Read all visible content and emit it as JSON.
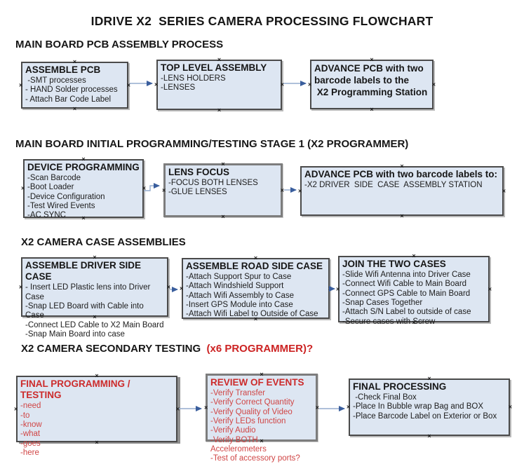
{
  "title": "IDRIVE X2  SERIES CAMERA PROCESSING FLOWCHART",
  "colors": {
    "box_fill": "#dde6f2",
    "box_border": "#4a4a4a",
    "arrow_line": "#94acce",
    "arrow_head": "#3a5e9d",
    "red_text": "#cc2b2b"
  },
  "ui": {
    "connection_marker": "×"
  },
  "sections": [
    {
      "heading": "MAIN BOARD PCB ASSEMBLY PROCESS",
      "boxes": [
        {
          "title": "ASSEMBLE PCB",
          "items": [
            " -SMT processes",
            "- HAND Solder processes",
            "- Attach Bar Code Label"
          ]
        },
        {
          "title": "TOP LEVEL ASSEMBLY",
          "items": [
            "-LENS HOLDERS",
            "-LENSES"
          ]
        },
        {
          "title": "",
          "items": [
            "ADVANCE PCB with two barcode labels to the",
            " X2 Programming Station"
          ]
        }
      ]
    },
    {
      "heading": "MAIN BOARD INITIAL PROGRAMMING/TESTING STAGE 1 (X2 PROGRAMMER)",
      "boxes": [
        {
          "title": "DEVICE PROGRAMMING",
          "items": [
            "-Scan Barcode",
            "-Boot Loader",
            "-Device Configuration",
            "-Test Wired Events",
            "-AC SYNC"
          ]
        },
        {
          "title": "LENS FOCUS",
          "items": [
            "-FOCUS BOTH LENSES",
            "-GLUE LENSES"
          ]
        },
        {
          "title": "ADVANCE PCB with two barcode labels to:",
          "items": [
            "-X2 DRIVER  SIDE  CASE  ASSEMBLY STATION"
          ]
        }
      ]
    },
    {
      "heading": "X2 CAMERA CASE ASSEMBLIES",
      "boxes": [
        {
          "title": "ASSEMBLE DRIVER SIDE CASE",
          "items": [
            "- Insert LED Plastic lens into Driver Case",
            "-Snap LED Board with Cable into Case",
            "-Connect LED Cable to X2 Main Board",
            "-Snap Main Board into case"
          ]
        },
        {
          "title": "ASSEMBLE ROAD SIDE CASE",
          "items": [
            "-Attach Support Spur to Case",
            "-Attach Windshield Support",
            "-Attach Wifi Assembly to Case",
            "-Insert GPS Module into Case",
            "-Attach Wifi Label to Outside of Case"
          ]
        },
        {
          "title": "JOIN THE TWO CASES",
          "items": [
            "-Slide Wifi Antenna into Driver Case",
            "-Connect Wifi Cable to Main Board",
            "-Connect GPS Cable to Main Board",
            "-Snap Cases Together",
            "-Attach S/N Label to outside of case",
            "-Secure cases with Screw"
          ]
        }
      ]
    },
    {
      "heading": "X2 CAMERA SECONDARY TESTING  ",
      "heading_suffix": "(x6 PROGRAMMER)?",
      "boxes": [
        {
          "title": "FINAL PROGRAMMING / TESTING",
          "items": [
            "-need",
            "-to",
            "-know",
            "-what",
            "-goes",
            "-here"
          ]
        },
        {
          "title": "REVIEW OF EVENTS",
          "items": [
            "-Verify Transfer",
            "-Verify Correct Quantity",
            "-Verify Quality of Video",
            "-Verify LEDs function",
            "-Verify Audio",
            "-Verify BOTH Accelerometers",
            "-Test of accessory ports?"
          ]
        },
        {
          "title": "FINAL PROCESSING",
          "items": [
            " -Check Final Box",
            "-Place In Bubble wrap Bag and BOX",
            "-Place Barcode Label on Exterior or Box"
          ]
        }
      ]
    }
  ]
}
